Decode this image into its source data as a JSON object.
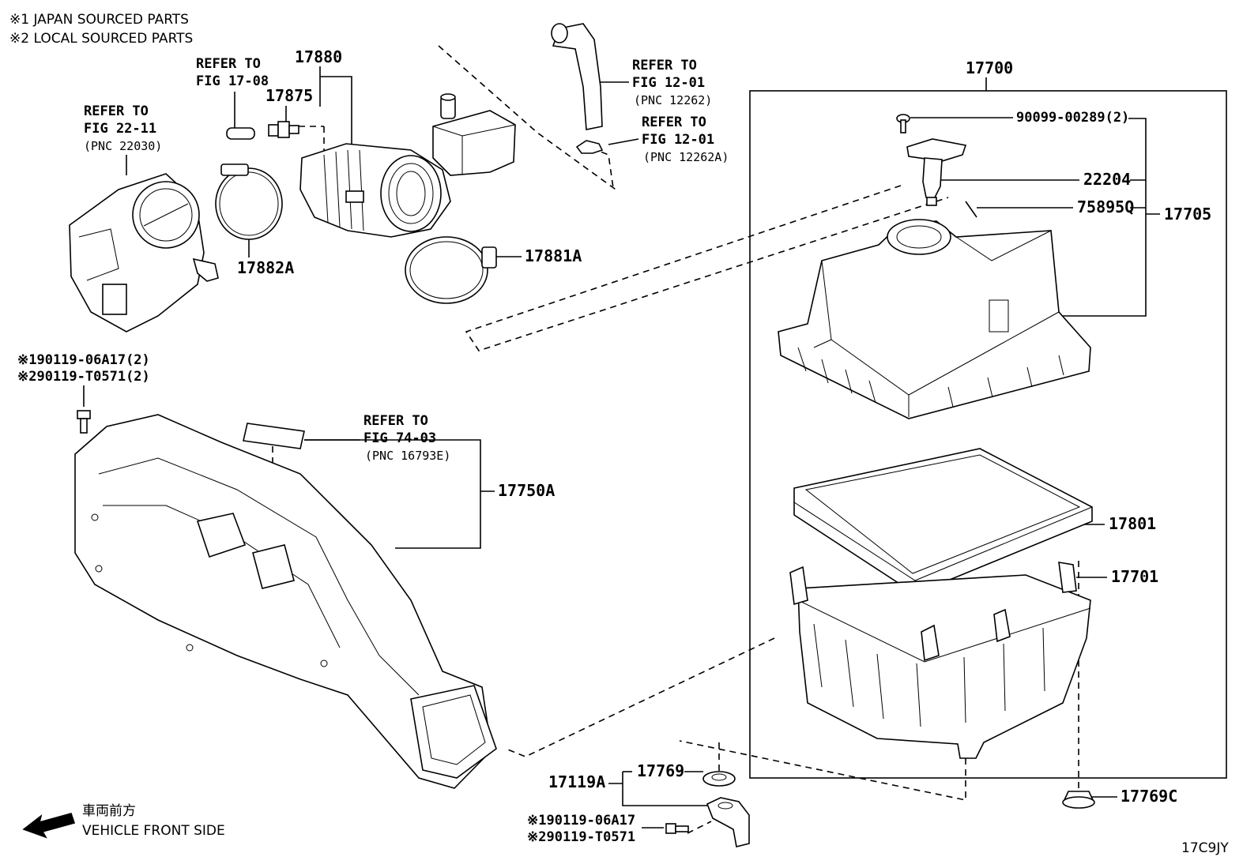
{
  "notes": {
    "n1": "※1 JAPAN SOURCED PARTS",
    "n2": "※2 LOCAL SOURCED PARTS"
  },
  "labels": {
    "p17880": "17880",
    "p17875": "17875",
    "p17882a": "17882A",
    "p17881a": "17881A",
    "p17700": "17700",
    "p90099": "90099-00289(2)",
    "p22204": "22204",
    "p75895q": "75895Q",
    "p17705": "17705",
    "p17801": "17801",
    "p17701": "17701",
    "p17750a": "17750A",
    "p17119a": "17119A",
    "p17769": "17769",
    "p17769c": "17769C",
    "bolt_top_1": "※190119-06A17(2)",
    "bolt_top_2": "※290119-T0571(2)",
    "bolt_bottom_1": "※190119-06A17",
    "bolt_bottom_2": "※290119-T0571"
  },
  "refers": {
    "r1": {
      "line1": "REFER TO",
      "line2": "FIG 17-08"
    },
    "r2": {
      "line1": "REFER TO",
      "line2": "FIG 22-11",
      "pnc": "(PNC 22030)"
    },
    "r3": {
      "line1": "REFER TO",
      "line2": "FIG 12-01",
      "pnc": "(PNC 12262)"
    },
    "r4": {
      "line1": "REFER TO",
      "line2": "FIG 12-01",
      "pnc": "(PNC 12262A)"
    },
    "r5": {
      "line1": "REFER TO",
      "line2": "FIG 74-03",
      "pnc": "(PNC 16793E)"
    }
  },
  "direction": {
    "jp": "車両前方",
    "en": "VEHICLE FRONT SIDE"
  },
  "figure_code": "17C9JY"
}
